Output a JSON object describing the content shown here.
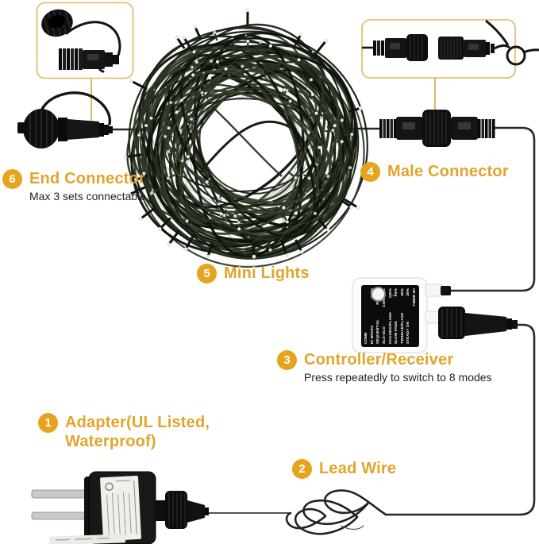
{
  "callouts": {
    "end_connector": {
      "number": "6",
      "title": "End Connector",
      "subtitle": "Max 3 sets connectable"
    },
    "male_connector": {
      "number": "4",
      "title": "Male Connector"
    },
    "mini_lights": {
      "number": "5",
      "title": "Mini Lights"
    },
    "controller": {
      "number": "3",
      "title": "Controller/Receiver",
      "subtitle": "Press repeatedly to switch to 8 modes"
    },
    "adapter": {
      "number": "1",
      "title_line1": "Adapter(UL Listed,",
      "title_line2": "Waterproof)"
    },
    "lead_wire": {
      "number": "2",
      "title": "Lead Wire"
    }
  },
  "controller_panel": {
    "modes": [
      "COMB",
      "IN WAVES",
      "SEQUENTIAL",
      "SLO-GLO",
      "CHASING/FLASH",
      "SLOW FADE",
      "TWINKLE/FLASH",
      "STEADY ON"
    ],
    "header": [
      "WITH",
      "REMOTE",
      "CONTROL"
    ],
    "dim_levels": [
      "100%",
      "75%",
      "50%",
      "25%"
    ],
    "timer": "TIMER 6H",
    "arrow_icon": "→"
  },
  "colors": {
    "accent_gold": "#E6A41E",
    "title_gold": "#E2A42C",
    "inset_border_gold": "#D9BC63",
    "callout_line_gold": "#C9A636",
    "subtitle_text": "#1F1F1F",
    "wire_dark": "#242B26"
  }
}
